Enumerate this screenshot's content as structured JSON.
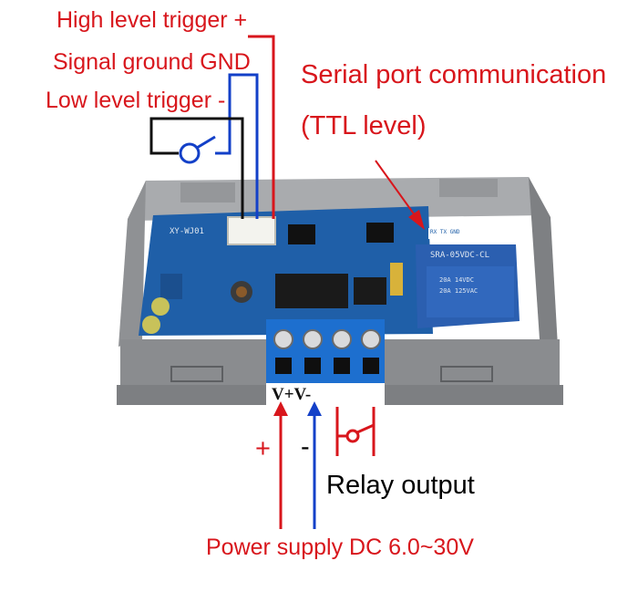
{
  "labels": {
    "high_trigger": "High level trigger +",
    "signal_ground": "Signal ground GND",
    "low_trigger": "Low level trigger -",
    "serial_line1": "Serial port communication",
    "serial_line2": "(TTL level)",
    "relay_output": "Relay output",
    "power_supply": "Power supply DC 6.0~30V",
    "plus_sign": "+",
    "minus_sign": "-"
  },
  "device": {
    "board_model": "XY-WJ01",
    "relay_model": "SRA-05VDC-CL",
    "relay_rating_1": "20A 14VDC",
    "relay_rating_2": "20A 125VAC",
    "terminal_marking": "V+V-",
    "header_pins": "RX TX GND"
  },
  "colors": {
    "annotation_red": "#d8161c",
    "annotation_blue": "#1340c8",
    "wire_black": "#111111",
    "pcb_blue": "#1f5fa8",
    "terminal_blue": "#1d6fcf",
    "enclosure_gray": "#8a8c8f",
    "relay_blue": "#2b5fb0"
  }
}
